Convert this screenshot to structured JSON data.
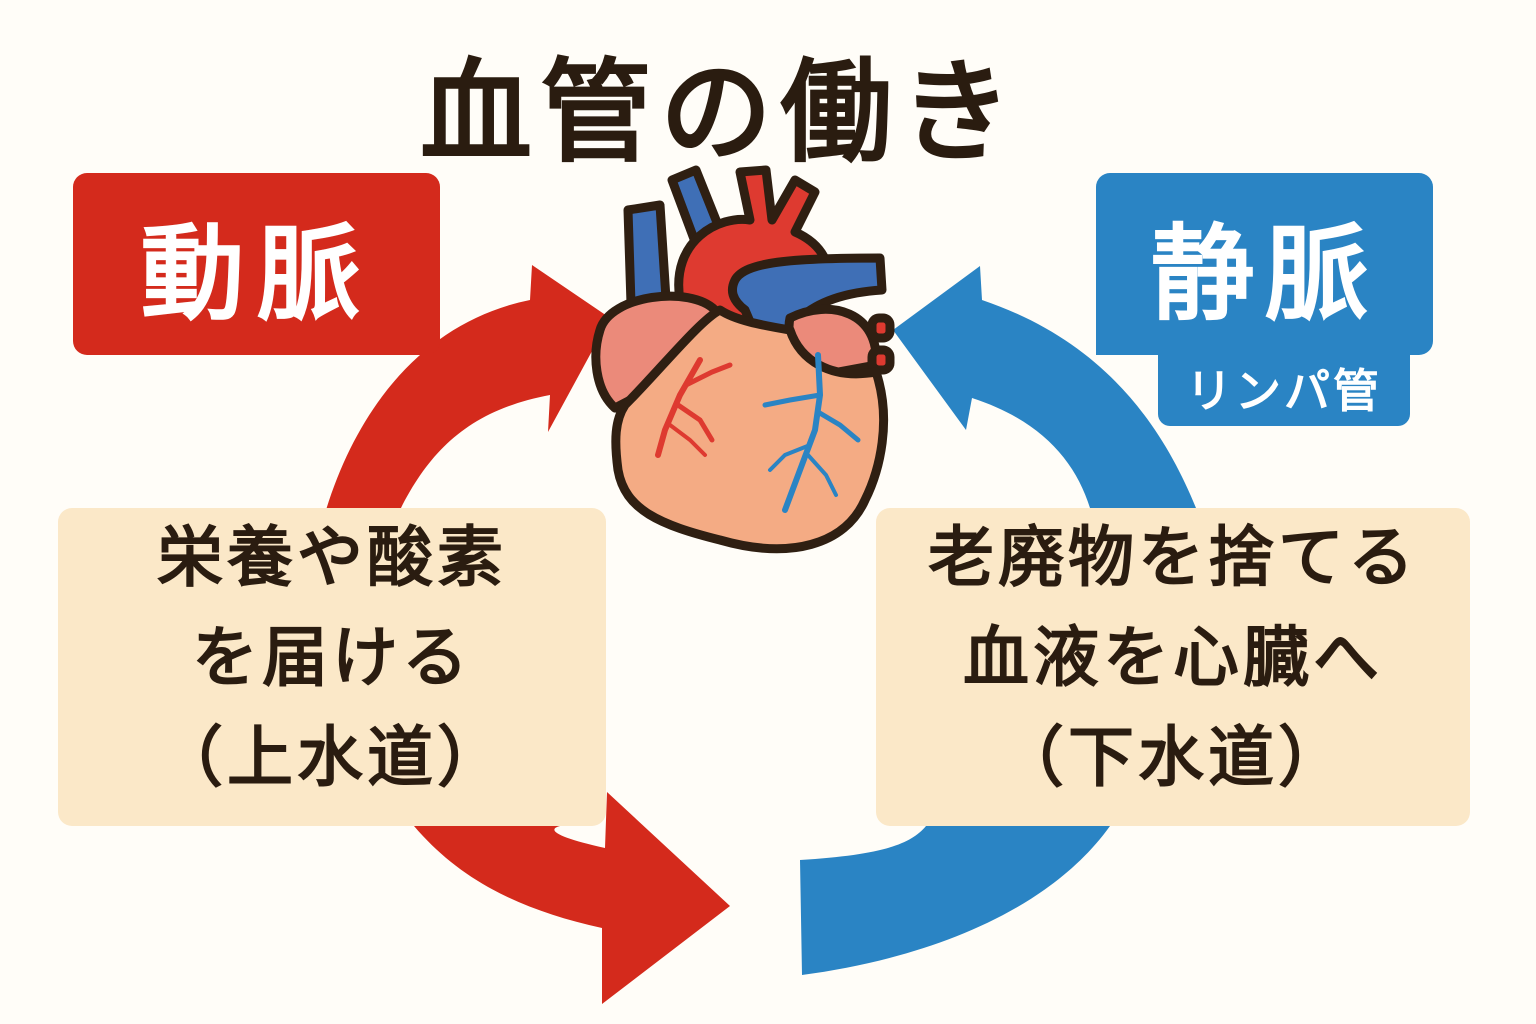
{
  "title": "血管の働き",
  "artery": {
    "label": "動脈",
    "color": "#d42a1c",
    "description_lines": [
      "栄養や酸素",
      "を届ける",
      "（上水道）"
    ]
  },
  "vein": {
    "label": "静脈",
    "sublabel": "リンパ管",
    "color": "#2a84c4",
    "description_lines": [
      "老廃物を捨てる",
      "血液を心臓へ",
      "（下水道）"
    ]
  },
  "heart": {
    "icon": "heart-anatomy-icon",
    "colors": {
      "aorta": "#de3a30",
      "vena_cava": "#3f6fb6",
      "atrium": "#eb8a7a",
      "ventricle": "#f4ab84",
      "outline": "#2f1f12",
      "artery_vessels": "#de3a30",
      "vein_vessels": "#2a84c4"
    }
  },
  "arrows": [
    {
      "name": "artery-arrow-to-heart",
      "color": "#d42a1c",
      "direction": "clockwise"
    },
    {
      "name": "artery-arrow-outbound",
      "color": "#d42a1c",
      "direction": "clockwise"
    },
    {
      "name": "vein-arrow-to-heart",
      "color": "#2a84c4",
      "direction": "counterclockwise"
    },
    {
      "name": "vein-arrow-return",
      "color": "#2a84c4",
      "direction": "counterclockwise"
    }
  ]
}
